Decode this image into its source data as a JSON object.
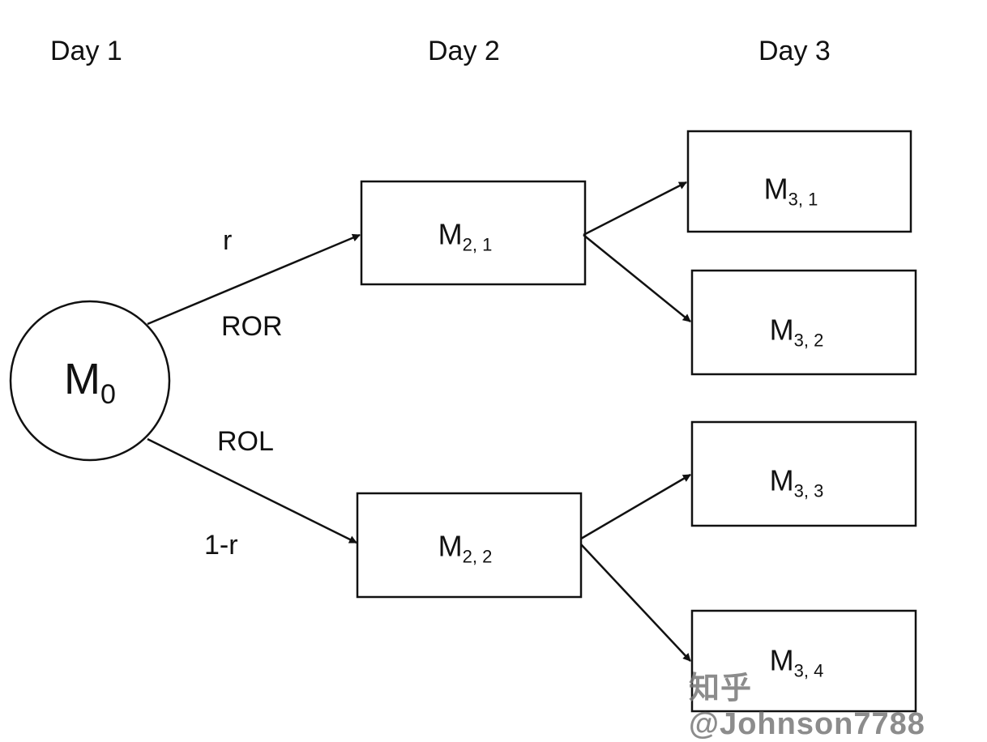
{
  "headers": {
    "day1": "Day 1",
    "day2": "Day 2",
    "day3": "Day 3"
  },
  "edge_labels": {
    "upper_prob": "r",
    "upper_name": "ROR",
    "lower_name": "ROL",
    "lower_prob": "1-r"
  },
  "nodes": {
    "m0": {
      "base": "M",
      "sub": "0"
    },
    "m21": {
      "base": "M",
      "sub": "2, 1"
    },
    "m22": {
      "base": "M",
      "sub": "2, 2"
    },
    "m31": {
      "base": "M",
      "sub": "3, 1"
    },
    "m32": {
      "base": "M",
      "sub": "3, 2"
    },
    "m33": {
      "base": "M",
      "sub": "3, 3"
    },
    "m34": {
      "base": "M",
      "sub": "3, 4"
    }
  },
  "watermark": "知乎 @Johnson7788"
}
